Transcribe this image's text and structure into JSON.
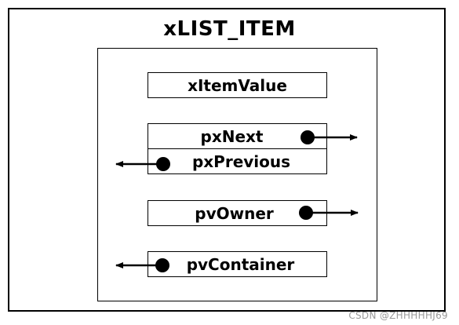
{
  "diagram": {
    "title": "xLIST_ITEM",
    "fields": {
      "item_value": "xItemValue",
      "next": "pxNext",
      "previous": "pxPrevious",
      "owner": "pvOwner",
      "container": "pvContainer"
    }
  },
  "watermark": "CSDN @ZHHHHHJ69",
  "colors": {
    "ink": "#000000",
    "watermark": "#9a9a9a"
  }
}
